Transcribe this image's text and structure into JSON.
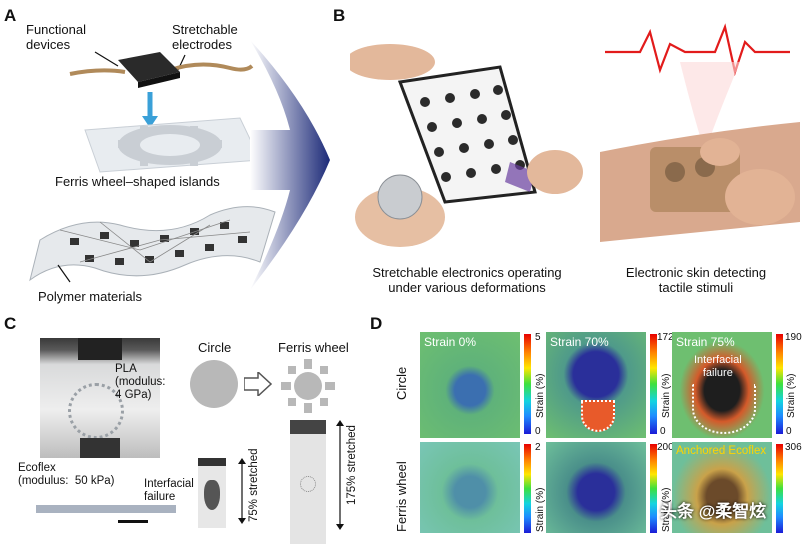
{
  "panels": {
    "A": {
      "letter": "A",
      "labels": {
        "functional": "Functional\ndevices",
        "stretchable": "Stretchable\nelectrodes",
        "ferris": "Ferris wheel–shaped islands",
        "polymer": "Polymer materials"
      }
    },
    "B": {
      "letter": "B",
      "captions": {
        "left": "Stretchable electronics operating\nunder various deformations",
        "right": "Electronic skin detecting\ntactile stimuli"
      }
    },
    "C": {
      "letter": "C",
      "labels": {
        "circle": "Circle",
        "ferris": "Ferris wheel",
        "pla": "PLA\n(modulus:\n4 GPa)",
        "ecoflex": "Ecoflex\n(modulus:  50 kPa)",
        "interfacial": "Interfacial\nfailure",
        "s75": "75% stretched",
        "s175": "175% stretched"
      }
    },
    "D": {
      "letter": "D",
      "row_labels": [
        "Circle",
        "Ferris wheel"
      ],
      "strain_heads": [
        "Strain 0%",
        "Strain 70%",
        "Strain 75%"
      ],
      "colorbar_label": "Strain (%)",
      "top_max": [
        "5",
        "172",
        "190"
      ],
      "bottom_max": [
        "2",
        "200",
        "306"
      ],
      "zero": "0",
      "annotations": {
        "interfacial": "Interfacial\nfailure",
        "anchored": "Anchored Ecoflex"
      }
    }
  },
  "watermark": "头条 @柔智炫",
  "colors": {
    "arrow_dark": "#1c2a78",
    "map_green": "#5fb27a",
    "map_blue": "#2a2f9a",
    "anchored_yellow": "#ffd400"
  }
}
